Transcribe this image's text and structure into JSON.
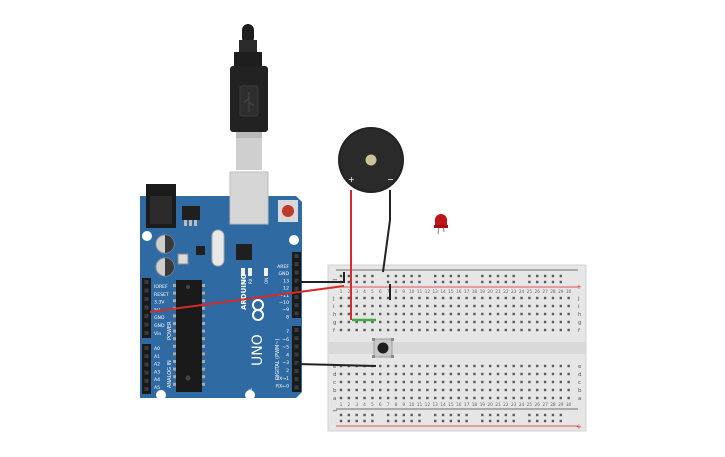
{
  "board": {
    "brand": "ARDUINO",
    "model": "UNO",
    "digital_label": "DIGITAL (PWM~)",
    "power_label": "POWER",
    "analog_label": "ANALOG IN",
    "tx_label": "TX",
    "rx_label": "RX",
    "on_label": "ON",
    "l_label": "L",
    "top_header_pins": [
      "AREF",
      "GND",
      "13",
      "12",
      "~11",
      "~10",
      "~9",
      "8"
    ],
    "bottom_header_pins": [
      "7",
      "~6",
      "~5",
      "4",
      "~3",
      "2",
      "TX→1",
      "RX←0"
    ],
    "power_pins": [
      "IOREF",
      "RESET",
      "3.3V",
      "5V",
      "GND",
      "GND",
      "Vin"
    ],
    "analog_pins": [
      "A0",
      "A1",
      "A2",
      "A3",
      "A4",
      "A5"
    ]
  },
  "breadboard": {
    "row_letters_top": [
      "j",
      "i",
      "h",
      "g",
      "f"
    ],
    "row_letters_bottom": [
      "e",
      "d",
      "c",
      "b",
      "a"
    ],
    "rail_plus": "+",
    "rail_minus": "−",
    "columns": [
      "1",
      "2",
      "3",
      "4",
      "5",
      "6",
      "7",
      "8",
      "9",
      "10",
      "11",
      "12",
      "13",
      "14",
      "15",
      "16",
      "17",
      "18",
      "19",
      "20",
      "21",
      "22",
      "23",
      "24",
      "25",
      "26",
      "27",
      "28",
      "29",
      "30"
    ]
  },
  "buzzer": {
    "plus_label": "+",
    "minus_label": "−"
  },
  "colors": {
    "board_blue": "#2f6aa3",
    "board_dark": "#1f4f80",
    "wire_red": "#d42b2b",
    "wire_black": "#222222",
    "wire_green": "#3fae3f",
    "breadboard": "#e6e6e6",
    "led_red": "#c0141a"
  }
}
